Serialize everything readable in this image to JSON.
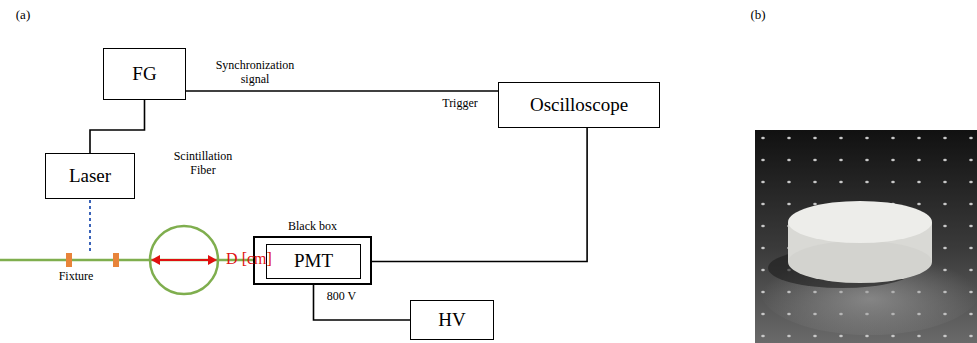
{
  "diagram": {
    "nodes": [
      {
        "text": [
          "FG"
        ]
      },
      {
        "text": [
          "Oscilloscope"
        ]
      },
      {
        "text": [
          "Laser"
        ]
      },
      {
        "text": [
          "Black box"
        ]
      },
      {
        "text": [
          "PMT"
        ],
        "in": 3
      },
      {
        "text": [
          "HV"
        ]
      }
    ],
    "edges": [
      {
        "from": 0,
        "to": 2,
        "arrow": "none"
      },
      {
        "from": 0,
        "to": 1,
        "label": "Synchronization signal",
        "arrow": "none"
      },
      {
        "from": 4,
        "to": 1,
        "arrow": "none"
      },
      {
        "from": 4,
        "to": 5,
        "label": "800 V",
        "arrow": "none"
      }
    ],
    "labels": [
      "(a)",
      "(b)",
      "Trigger",
      "Scintillation Fiber",
      "Fixture",
      "D [cm]"
    ]
  }
}
